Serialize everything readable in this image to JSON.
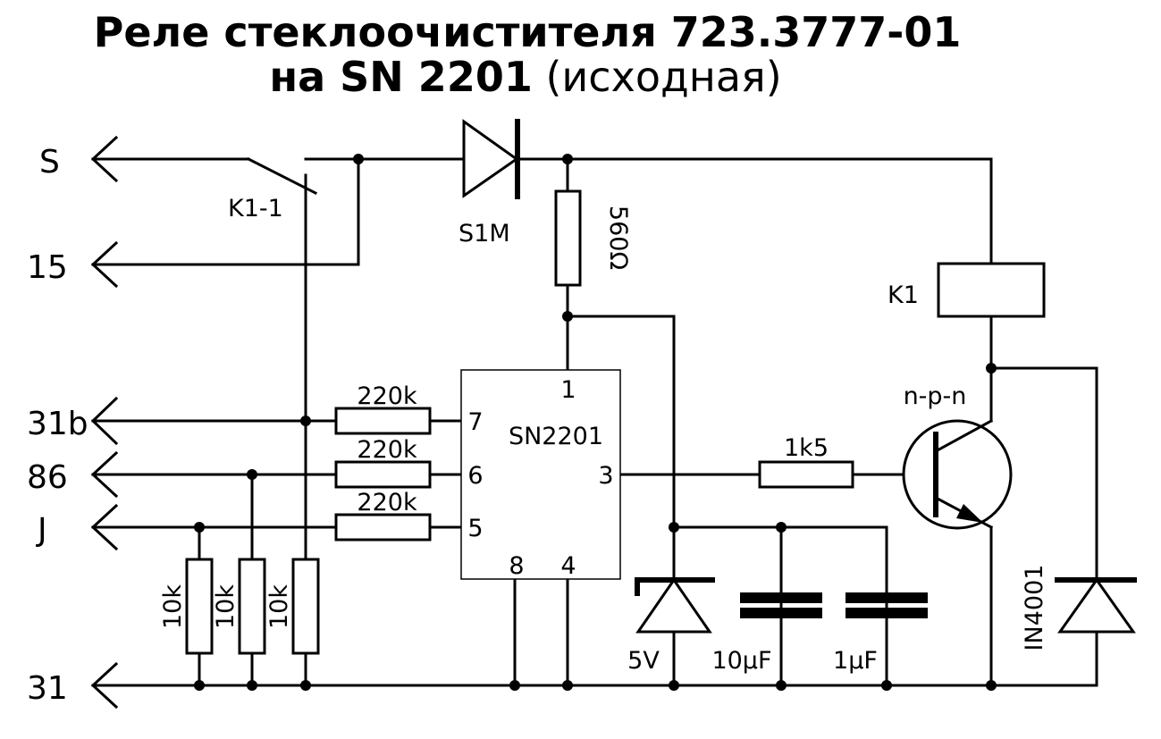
{
  "title": {
    "line1": "Реле стеклоочистителя 723.3777-01",
    "line2_bold": "на SN 2201",
    "line2_normal": " (исходная)"
  },
  "terminals": {
    "s": "S",
    "t15": "15",
    "t31b": "31b",
    "t86": "86",
    "j": "J",
    "t31": "31"
  },
  "components": {
    "relay_contact": "K1-1",
    "diode_main": "S1M",
    "resistor_560": "560Ω",
    "relay_coil": "K1",
    "transistor": "n-p-n",
    "ic_name": "SN2201",
    "r_31b": "220k",
    "r_86": "220k",
    "r_j": "220k",
    "r_base": "1k5",
    "r_pd1": "10k",
    "r_pd2": "10k",
    "r_pd3": "10k",
    "zener": "5V",
    "cap_large": "10µF",
    "cap_small": "1µF",
    "diode_flyback": "IN4001"
  },
  "ic_pins": {
    "p1": "1",
    "p3": "3",
    "p4": "4",
    "p5": "5",
    "p6": "6",
    "p7": "7",
    "p8": "8"
  }
}
